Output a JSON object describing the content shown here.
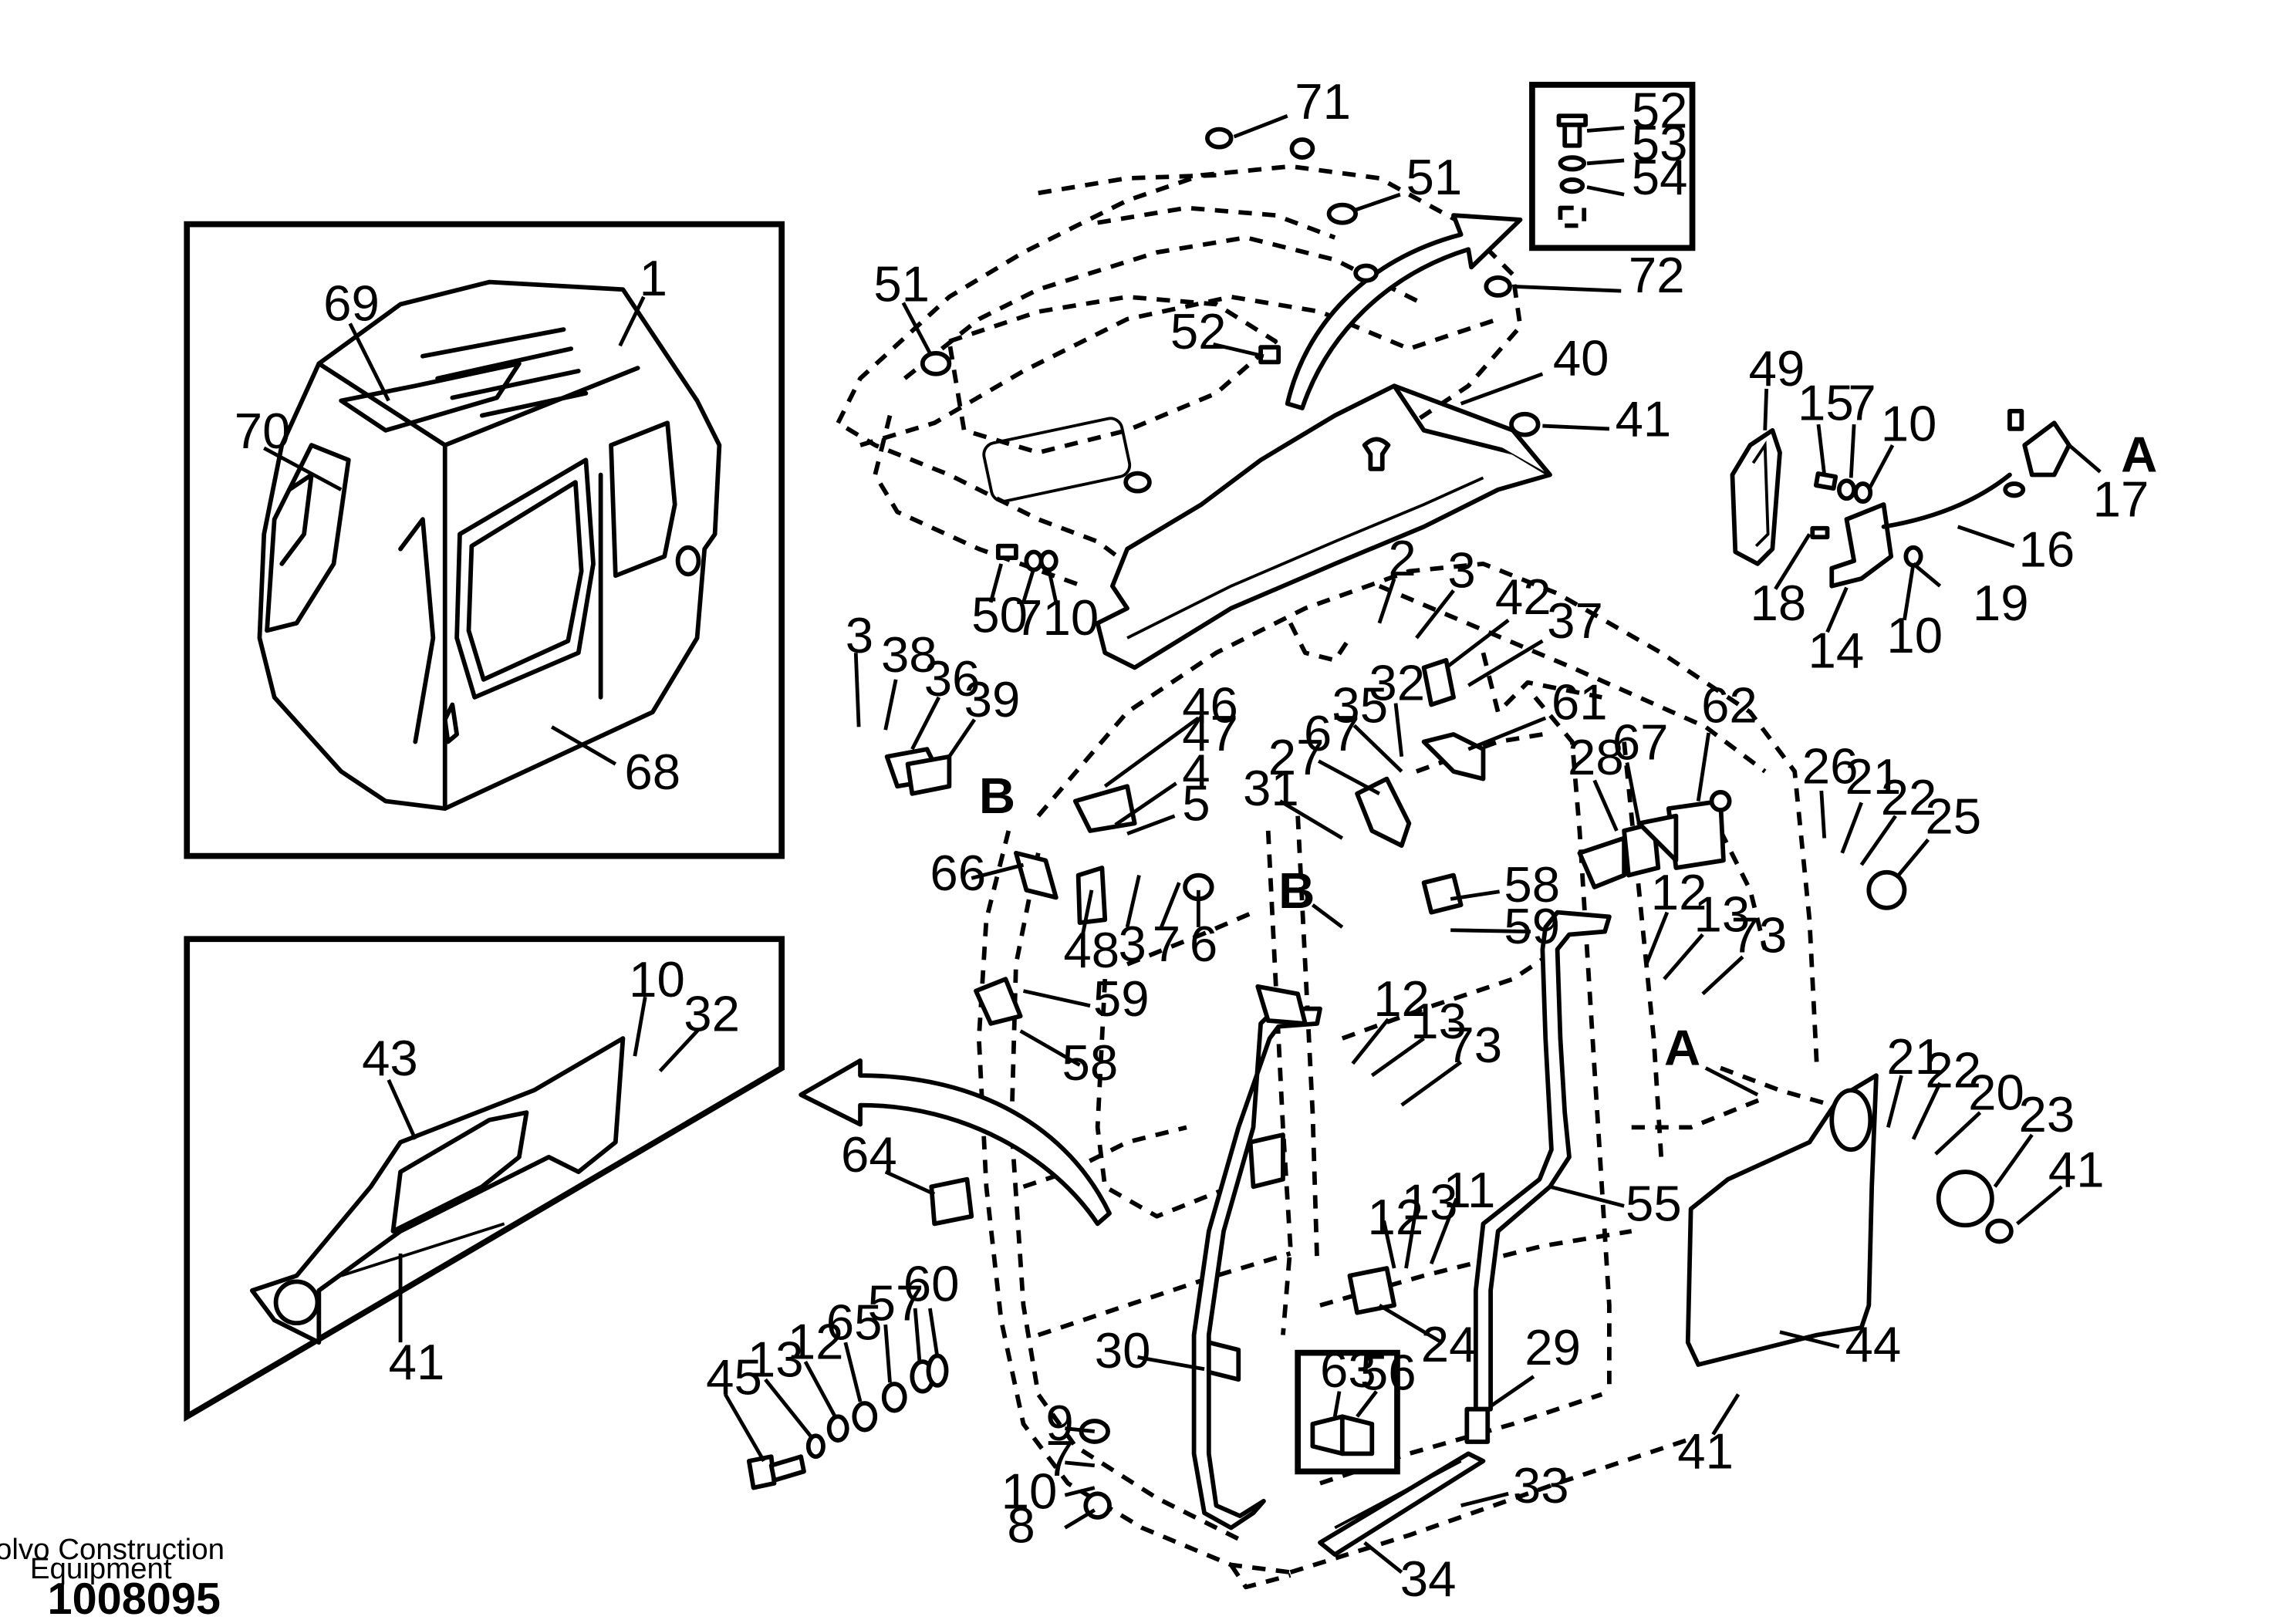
{
  "publisher": {
    "line1": "Volvo Construction",
    "line2": "Equipment"
  },
  "document_number": "1008095",
  "callout_labels": {
    "l71": "71",
    "l52a": "52",
    "l53": "53",
    "l54": "54",
    "l51a": "51",
    "l51b": "51",
    "l72": "72",
    "l52b": "52",
    "l40": "40",
    "l41a": "41",
    "l50": "50",
    "l7a": "7",
    "l10a": "10",
    "l49": "49",
    "l15": "15",
    "l7b": "7",
    "l10b": "10",
    "l17": "17",
    "lA1": "A",
    "l16": "16",
    "l18": "18",
    "l19": "19",
    "l14": "14",
    "l10c": "10",
    "l69": "69",
    "l1": "1",
    "l70": "70",
    "l68": "68",
    "l2": "2",
    "l3a": "3",
    "l42": "42",
    "l37": "37",
    "l3b": "3",
    "l38": "38",
    "l36": "36",
    "l39": "39",
    "lB1": "B",
    "l46": "46",
    "l47": "47",
    "l4": "4",
    "l5": "5",
    "l32a": "32",
    "l35": "35",
    "l61": "61",
    "l67a": "67",
    "l27": "27",
    "l31": "31",
    "l62": "62",
    "l28": "28",
    "l67b": "67",
    "l26": "26",
    "l21a": "21",
    "l22a": "22",
    "l25": "25",
    "l66": "66",
    "l48": "48",
    "l3c": "3",
    "l7c": "7",
    "l6": "6",
    "lB2": "B",
    "l58a": "58",
    "l59a": "59",
    "l12a": "12",
    "l13a": "13",
    "l73a": "73",
    "l59b": "59",
    "l58b": "58",
    "l12b": "12",
    "l13b": "13",
    "l73b": "73",
    "lA2": "A",
    "l21b": "21",
    "l22b": "22",
    "l20": "20",
    "l23": "23",
    "l41b": "41",
    "l10d": "10",
    "l32b": "32",
    "l43": "43",
    "l41c": "41",
    "l64": "64",
    "l55": "55",
    "l12c": "12",
    "l13c": "13",
    "l11": "11",
    "l24": "24",
    "l44": "44",
    "l41d": "41",
    "l45": "45",
    "l13d": "13",
    "l12d": "12",
    "l65": "65",
    "l57": "57",
    "l60": "60",
    "l30": "30",
    "l63": "63",
    "l56": "56",
    "l29": "29",
    "l9": "9",
    "l7d": "7",
    "l10e": "10",
    "l8": "8",
    "l33": "33",
    "l34": "34"
  }
}
